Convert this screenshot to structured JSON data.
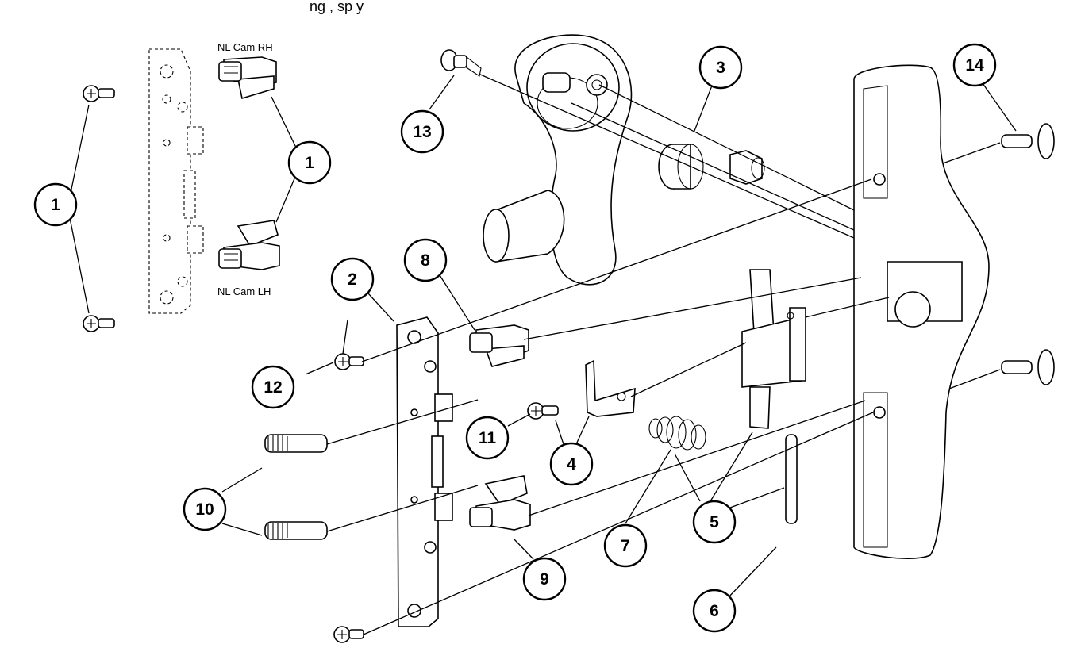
{
  "top_text": "ng                , sp       y",
  "cam_labels": {
    "rh": "NL Cam RH",
    "lh": "NL Cam LH"
  },
  "callouts": {
    "c1a": "1",
    "c1b": "1",
    "c2": "2",
    "c3": "3",
    "c4": "4",
    "c5": "5",
    "c6": "6",
    "c7": "7",
    "c8": "8",
    "c9": "9",
    "c10": "10",
    "c11": "11",
    "c12": "12",
    "c13": "13",
    "c14": "14"
  },
  "colors": {
    "line": "#000000",
    "background": "#ffffff",
    "shade": "#cfcfcf"
  }
}
